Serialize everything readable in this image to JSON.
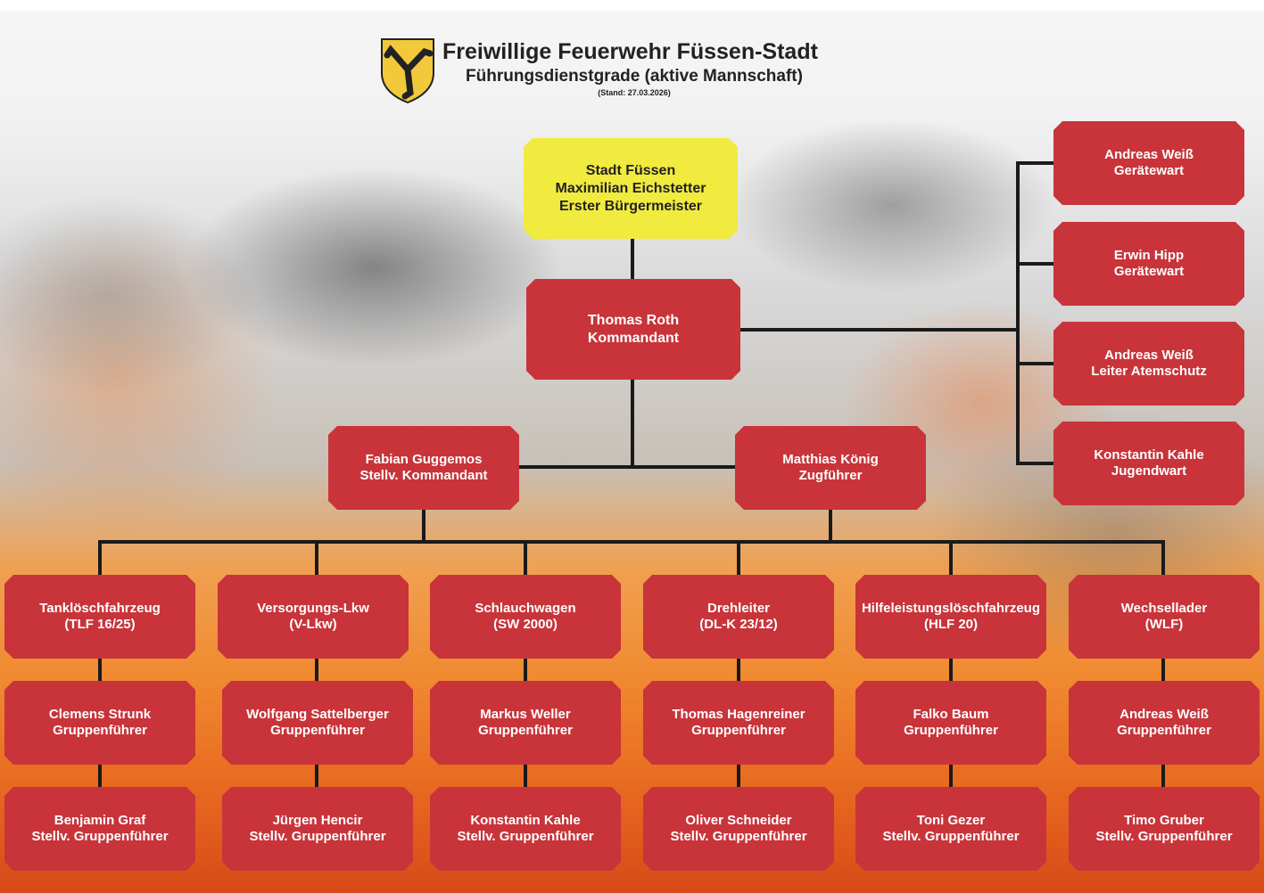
{
  "header": {
    "title": "Freiwillige Feuerwehr Füssen-Stadt",
    "subtitle": "Führungsdienstgrade (aktive Mannschaft)",
    "date": "(Stand: 27.03.2026)"
  },
  "mayor": {
    "l1": "Stadt Füssen",
    "l2": "Maximilian Eichstetter",
    "l3": "Erster Bürgermeister"
  },
  "commander": {
    "name": "Thomas Roth",
    "role": "Kommandant"
  },
  "deputy": {
    "name": "Fabian Guggemos",
    "role": "Stellv. Kommandant"
  },
  "platoon": {
    "name": "Matthias König",
    "role": "Zugführer"
  },
  "staff": [
    {
      "name": "Andreas Weiß",
      "role": "Gerätewart"
    },
    {
      "name": "Erwin Hipp",
      "role": "Gerätewart"
    },
    {
      "name": "Andreas Weiß",
      "role": "Leiter Atemschutz"
    },
    {
      "name": "Konstantin Kahle",
      "role": "Jugendwart"
    }
  ],
  "vehicles": [
    {
      "name": "Tanklöschfahrzeug",
      "code": "(TLF 16/25)",
      "leader": "Clemens Strunk",
      "leader_role": "Gruppenführer",
      "deputy": "Benjamin Graf",
      "deputy_role": "Stellv. Gruppenführer"
    },
    {
      "name": "Versorgungs-Lkw",
      "code": "(V-Lkw)",
      "leader": "Wolfgang Sattelberger",
      "leader_role": "Gruppenführer",
      "deputy": "Jürgen Hencir",
      "deputy_role": "Stellv. Gruppenführer"
    },
    {
      "name": "Schlauchwagen",
      "code": "(SW 2000)",
      "leader": "Markus Weller",
      "leader_role": "Gruppenführer",
      "deputy": "Konstantin Kahle",
      "deputy_role": "Stellv. Gruppenführer"
    },
    {
      "name": "Drehleiter",
      "code": "(DL-K 23/12)",
      "leader": "Thomas Hagenreiner",
      "leader_role": "Gruppenführer",
      "deputy": "Oliver Schneider",
      "deputy_role": "Stellv. Gruppenführer"
    },
    {
      "name": "Hilfeleistungslöschfahrzeug",
      "code": "(HLF 20)",
      "leader": "Falko Baum",
      "leader_role": "Gruppenführer",
      "deputy": "Toni Gezer",
      "deputy_role": "Stellv. Gruppenführer"
    },
    {
      "name": "Wechsellader",
      "code": "(WLF)",
      "leader": "Andreas Weiß",
      "leader_role": "Gruppenführer",
      "deputy": "Timo Gruber",
      "deputy_role": "Stellv. Gruppenführer"
    }
  ]
}
